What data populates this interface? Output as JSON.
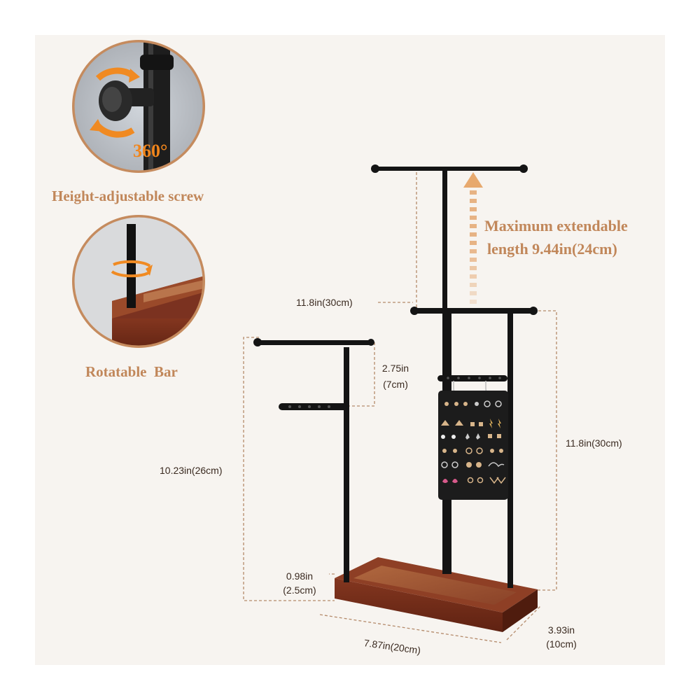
{
  "features": {
    "screw": {
      "label": "Height-adjustable screw",
      "badge": "360°"
    },
    "bar": {
      "label": "Rotatable  Bar"
    }
  },
  "extend": {
    "line1": "Maximum extendable",
    "line2": "length 9.44in(24cm)"
  },
  "dimensions": {
    "upper_gap": "11.8in(30cm)",
    "right_height": "11.8in(30cm)",
    "small_gap_in": "2.75in",
    "small_gap_cm": "(7cm)",
    "left_height": "10.23in(26cm)",
    "base_height_in": "0.98in",
    "base_height_cm": "(2.5cm)",
    "base_width": "7.87in(20cm)",
    "depth_in": "3.93in",
    "depth_cm": "(10cm)"
  },
  "colors": {
    "background": "#ffffff",
    "panel": "#f7f4f0",
    "accent": "#c1875a",
    "arrow": "#e9b98a",
    "metal": "#151515",
    "wood": "#7a3322",
    "felt": "#1c1c1c"
  },
  "icons": [
    "rotate-arrow-icon"
  ]
}
